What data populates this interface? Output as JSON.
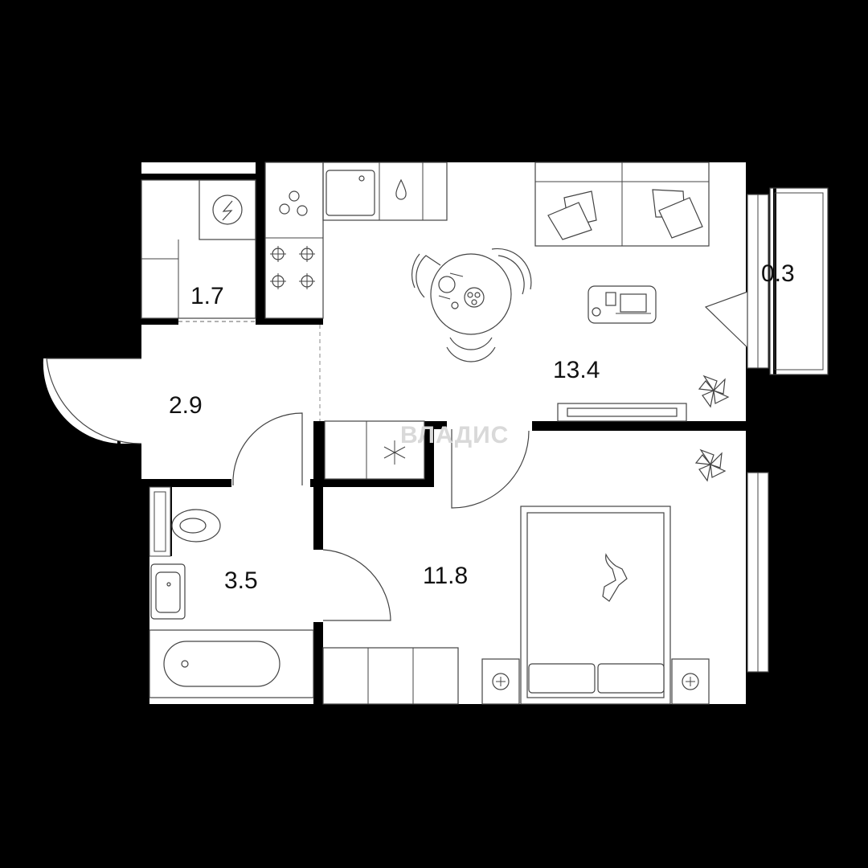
{
  "rooms": [
    {
      "id": "wardrobe",
      "area": "1.7"
    },
    {
      "id": "hall",
      "area": "2.9"
    },
    {
      "id": "bathroom",
      "area": "3.5"
    },
    {
      "id": "bedroom",
      "area": "11.8"
    },
    {
      "id": "kitchen_living",
      "area": "13.4"
    },
    {
      "id": "balcony",
      "area": "0.3"
    }
  ],
  "labels": {
    "wardrobe": "1.7",
    "hall": "2.9",
    "bathroom": "3.5",
    "bedroom": "11.8",
    "kitchen_living": "13.4",
    "balcony": "0.3"
  },
  "watermark": {
    "text": "ВЛАДИС"
  },
  "colors": {
    "background": "#000000",
    "floor": "#ffffff",
    "walls": "#000000",
    "furniture_stroke": "#444444"
  },
  "icons": [
    "electric-panel-icon",
    "water-drop-icon",
    "stove-icon",
    "snowflake-icon",
    "cat-icon",
    "plant-icon"
  ]
}
